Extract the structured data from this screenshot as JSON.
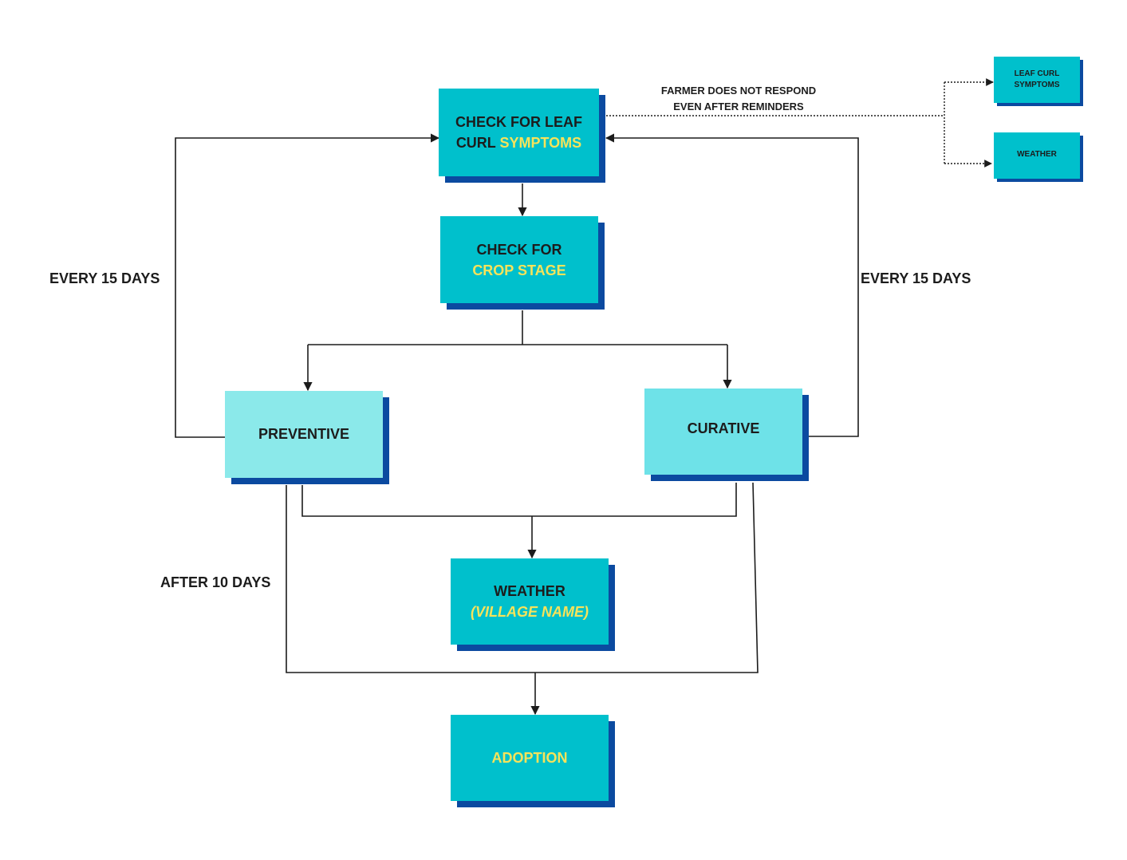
{
  "nodes": {
    "check_leaf_curl": {
      "line1": "CHECK FOR LEAF",
      "line2_plain": "CURL ",
      "line2_highlight": "SYMPTOMS"
    },
    "check_crop_stage": {
      "line1": "CHECK FOR",
      "line2_highlight": "CROP STAGE"
    },
    "preventive": {
      "label": "PREVENTIVE"
    },
    "curative": {
      "label": "CURATIVE"
    },
    "weather_village": {
      "line1": "WEATHER",
      "line2_highlight": "(VILLAGE NAME)"
    },
    "adoption": {
      "label": "ADOPTION"
    },
    "side_leaf_curl": {
      "line1": "LEAF CURL",
      "line2": "SYMPTOMS"
    },
    "side_weather": {
      "label": "WEATHER"
    }
  },
  "labels": {
    "every_15_left": "EVERY 15 DAYS",
    "every_15_right": "EVERY 15 DAYS",
    "after_10_days": "AFTER 10 DAYS",
    "no_response_line1": "FARMER DOES NOT RESPOND",
    "no_response_line2": "EVEN AFTER REMINDERS"
  },
  "colors": {
    "box_primary": "#00c0cc",
    "box_preventive": "#8be9ea",
    "box_curative": "#6ee2e8",
    "shadow": "#0b4aa0",
    "highlight_text": "#f7e35a",
    "text": "#1c1c1c"
  }
}
